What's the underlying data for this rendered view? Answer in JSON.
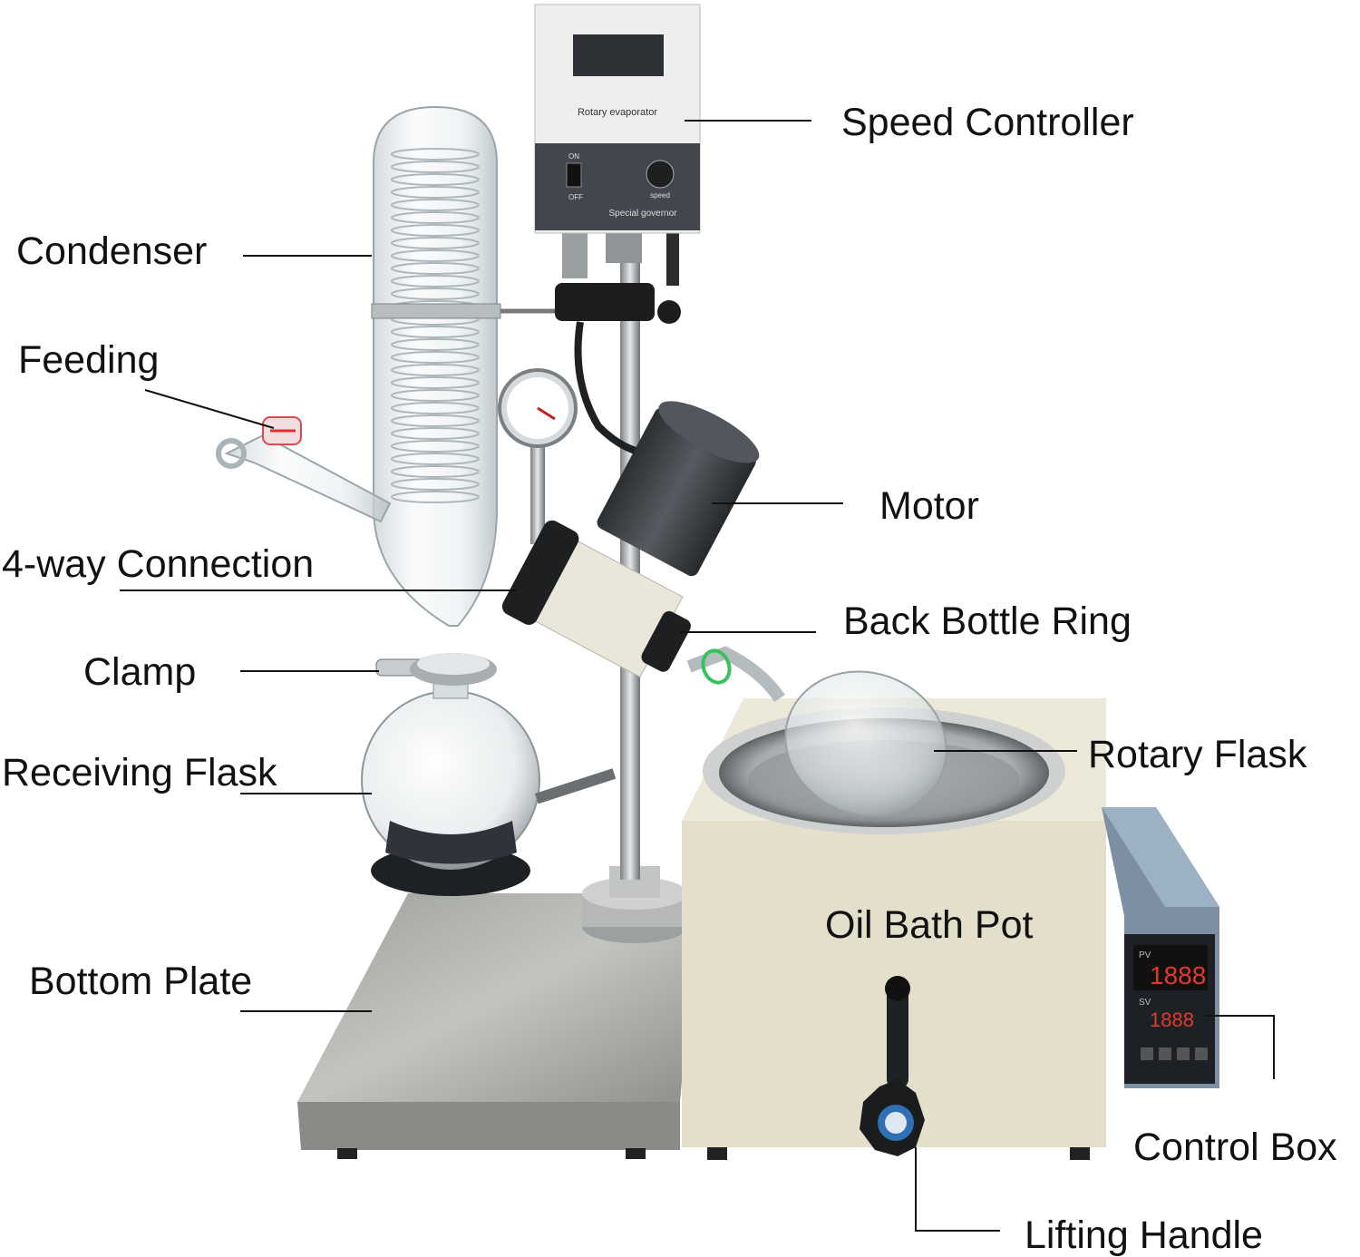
{
  "labels": {
    "speed_controller": "Speed Controller",
    "condenser": "Condenser",
    "feeding": "Feeding",
    "motor": "Motor",
    "four_way_connection": "4-way Connection",
    "back_bottle_ring": "Back Bottle Ring",
    "clamp": "Clamp",
    "receiving_flask": "Receiving Flask",
    "rotary_flask": "Rotary Flask",
    "oil_bath_pot": "Oil Bath Pot",
    "bottom_plate": "Bottom Plate",
    "control_box": "Control Box",
    "lifting_handle": "Lifting Handle"
  },
  "device_text": {
    "controller_panel": "Rotary evaporator",
    "governor": "Special governor",
    "switch_on": "ON",
    "switch_off": "OFF",
    "knob": "speed",
    "pv": "PV",
    "sv": "SV",
    "pv_digits": "1888",
    "sv_digits": "1888"
  },
  "colors": {
    "label_text": "#111111",
    "leader_line": "#111111",
    "controller_body": "#eeeeee",
    "controller_panel": "#43474d",
    "bath_body": "#e8e3cf",
    "bath_steel": "#b9bcbd",
    "motor": "#3e4347",
    "plate_steel": "#a9aaa6",
    "control_box": "#8fa4b8",
    "led_red": "#e23a2c",
    "green_seal": "#38c25c"
  }
}
